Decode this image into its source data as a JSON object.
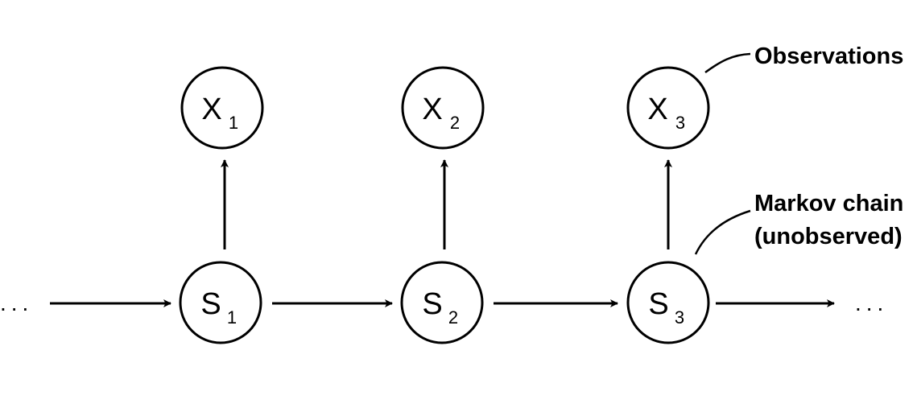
{
  "nodes": {
    "s1": {
      "letter": "S",
      "sub": "1"
    },
    "s2": {
      "letter": "S",
      "sub": "2"
    },
    "s3": {
      "letter": "S",
      "sub": "3"
    },
    "x1": {
      "letter": "X",
      "sub": "1"
    },
    "x2": {
      "letter": "X",
      "sub": "2"
    },
    "x3": {
      "letter": "X",
      "sub": "3"
    }
  },
  "labels": {
    "observations": "Observations",
    "markov_line1": "Markov chain",
    "markov_line2": "(unobserved)"
  },
  "ellipsis_left": "...",
  "ellipsis_right": "..."
}
